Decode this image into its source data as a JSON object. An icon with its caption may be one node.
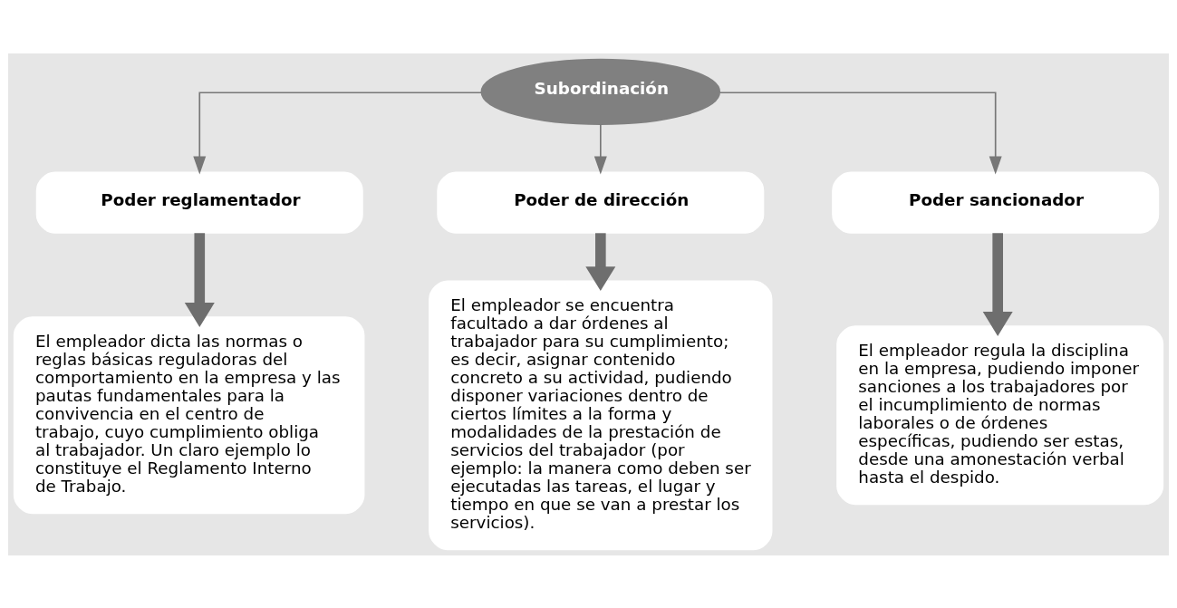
{
  "diagram": {
    "nodes": [
      {
        "text": [
          "Subordinación"
        ]
      },
      {
        "text": [
          "Poder reglamentador"
        ]
      },
      {
        "text": [
          "Poder de dirección"
        ]
      },
      {
        "text": [
          "Poder sancionador"
        ]
      },
      {
        "text": [
          "El empleador dicta las normas o reglas básicas reguladoras del comportamiento en la empresa y las pautas fundamentales para la convivencia en el centro de trabajo, cuyo cumplimiento obliga al trabajador. Un claro ejemplo lo constituye el Reglamento Interno de Trabajo."
        ]
      },
      {
        "text": [
          "El empleador se encuentra facultado a dar órdenes al trabajador para su cumplimiento; es decir, asignar contenido concreto a su actividad, pudiendo disponer variaciones dentro de ciertos límites a la forma y modalidades de la prestación de servicios del trabajador (por ejemplo: la manera como deben ser ejecutadas las tareas, el lugar y tiempo en que se van a prestar los servicios)."
        ]
      },
      {
        "text": [
          "El empleador regula la disciplina en la empresa, pudiendo imponer sanciones a los trabajadores por el incumplimiento de normas laborales o de órdenes específicas, pudiendo ser estas, desde una amonestación verbal hasta el despido."
        ]
      }
    ],
    "edges": [
      {
        "from": 0,
        "to": 1,
        "arrow": "to"
      },
      {
        "from": 0,
        "to": 2,
        "arrow": "to"
      },
      {
        "from": 0,
        "to": 3,
        "arrow": "to"
      },
      {
        "from": 1,
        "to": 4,
        "arrow": "to",
        "style": "thick"
      },
      {
        "from": 2,
        "to": 5,
        "arrow": "to",
        "style": "thick"
      },
      {
        "from": 3,
        "to": 6,
        "arrow": "to",
        "style": "thick"
      }
    ]
  }
}
